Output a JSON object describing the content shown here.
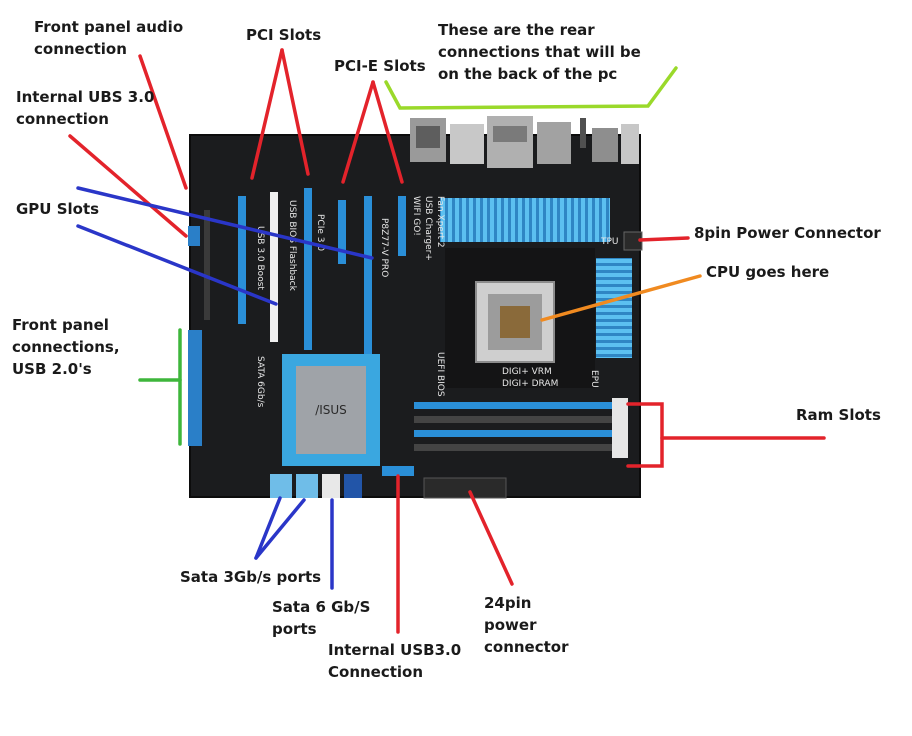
{
  "colors": {
    "red": "#e3232b",
    "blue": "#2a36c8",
    "green": "#3eb63b",
    "lime": "#9ad92a",
    "orange": "#f08a20",
    "board": "#1b1c1e",
    "slot_blue": "#2a8fd8",
    "heatsink_blue": "#3aa7e0"
  },
  "labels": {
    "front_audio": "Front panel audio\nconnection",
    "internal_usb3_top": "Internal UBS 3.0\nconnection",
    "gpu_slots": "GPU Slots",
    "front_panel": "Front panel\nconnections,\nUSB 2.0's",
    "pci_slots": "PCI Slots",
    "pcie_slots": "PCI-E Slots",
    "rear_connections": "These are the rear\nconnections that will be\non the back of the pc",
    "power_8pin": "8pin Power Connector",
    "cpu": "CPU goes here",
    "ram_slots": "Ram Slots",
    "sata3": "Sata 3Gb/s ports",
    "sata6": "Sata 6 Gb/S\nports",
    "internal_usb3_bottom": "Internal USB3.0\nConnection",
    "power_24pin": "24pin\npower\nconnector"
  },
  "board_print": {
    "brand": "/ISUS",
    "model": "P8Z77-V PRO",
    "pcie": "PCIe 3.0",
    "usb_bios": "USB BIOS Flashback",
    "wifi": "WIFI GO!",
    "usb_charger": "USB Charger+",
    "fan_xpert": "Fan Xpert 2",
    "usb30": "USB 3.0 Boost",
    "sata": "SATA 6Gb/s",
    "uefi": "UEFI BIOS",
    "digi": "DIGI+ VRM",
    "digi2": "DIGI+ DRAM",
    "tpu": "TPU",
    "epu": "EPU"
  }
}
